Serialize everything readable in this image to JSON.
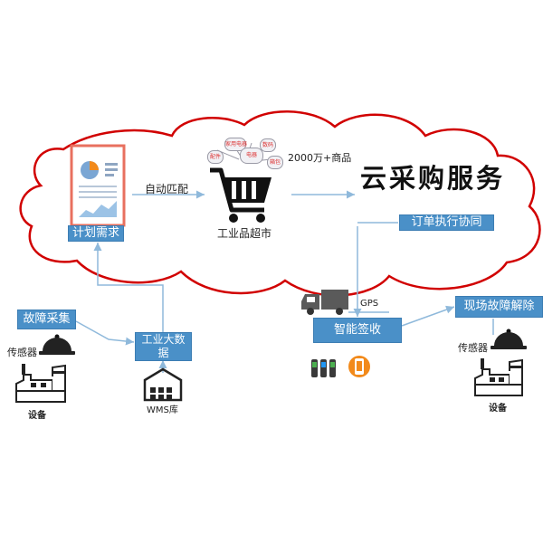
{
  "title": "云采购服务",
  "labels": {
    "auto_match": "自动匹配",
    "goods": "2000万+商品",
    "market": "工业品超市",
    "gps": "GPS",
    "sensor_left": "传感器",
    "device_left": "设备",
    "wms": "WMS库",
    "sensor_right": "传感器",
    "device_right": "设备"
  },
  "boxes": {
    "plan": "计划需求",
    "order": "订单执行协同",
    "fault_collect": "故障采集",
    "bigdata_line1": "工业大数",
    "bigdata_line2": "据",
    "sign": "智能签收",
    "onsite": "现场故障解除"
  },
  "bubbles": [
    "家用电器",
    "数码",
    "配件",
    "电器",
    "箱包"
  ],
  "colors": {
    "cloud_outline": "#d10000",
    "box_fill": "#4a90c8",
    "connector": "#8fb9db",
    "doc_border": "#e8705f",
    "phone_orange": "#f28a1b"
  }
}
